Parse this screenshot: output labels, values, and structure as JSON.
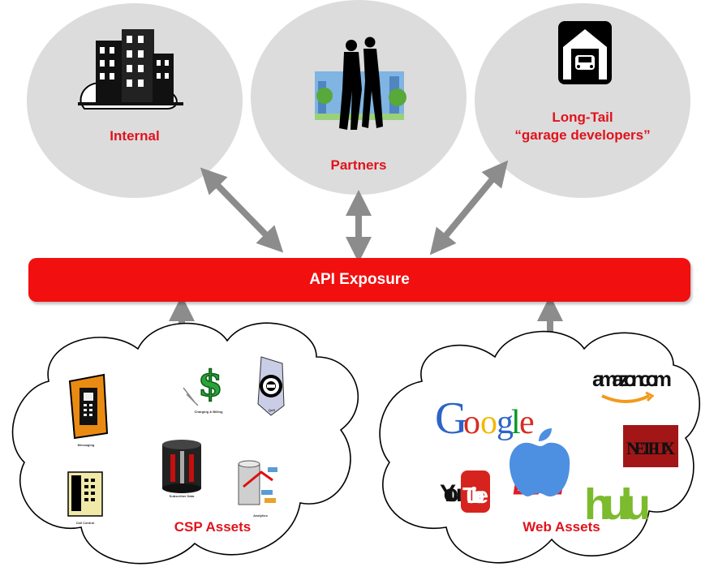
{
  "stakeholders": [
    {
      "label": "Internal",
      "icon": "office-building-icon"
    },
    {
      "label": "Partners",
      "icon": "business-people-icon"
    },
    {
      "label_line1": "Long-Tail",
      "label_line2": "“garage developers”",
      "icon": "garage-car-icon"
    }
  ],
  "api": {
    "label": "API Exposure"
  },
  "csp": {
    "label": "CSP Assets",
    "items": {
      "messaging": "Messaging",
      "charging": "Charging & Billing",
      "qos": "QoS",
      "subscriber": "Subscriber Data",
      "analytics": "Analytics",
      "call": "Call Control"
    }
  },
  "web": {
    "label": "Web Assets",
    "logos": {
      "google": "Google",
      "espn": "ESPN",
      "amazon": "amazon.com",
      "netflix": "NETFLIX",
      "youtube_you": "You",
      "youtube_tube": "Tube",
      "hulu": "hulu"
    }
  },
  "colors": {
    "accent_red": "#f20f0f",
    "label_red": "#e1121b",
    "circle_gray": "#dcdcdc",
    "arrow_gray": "#8c8c8c"
  }
}
